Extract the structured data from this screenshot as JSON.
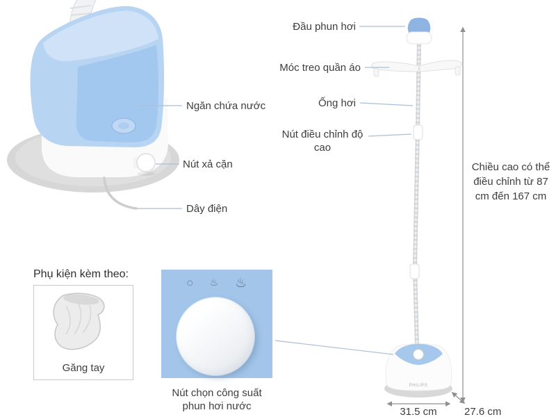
{
  "colors": {
    "tank_blue": "#b7d4f2",
    "panel_blue": "#a3c5e9",
    "connector_line": "#a9bfd6",
    "dimension_gray": "#8f8f8f",
    "label_text": "#3d3d3d"
  },
  "annotations": {
    "left": [
      {
        "label": "Ngăn chứa nước"
      },
      {
        "label": "Nút xả cặn"
      },
      {
        "label": "Dây điện"
      }
    ],
    "right": [
      {
        "label": "Đầu phun hơi"
      },
      {
        "label": "Móc treo quần áo"
      },
      {
        "label": "Ống hơi"
      },
      {
        "label": "Nút điều chỉnh độ cao"
      }
    ]
  },
  "dimensions": {
    "height_note": "Chiều cao có thể điều chỉnh từ 87 cm đến 167 cm",
    "base_width": "31.5 cm",
    "base_depth": "27.6 cm"
  },
  "accessories": {
    "heading": "Phụ kiện kèm theo:",
    "glove_label": "Găng tay"
  },
  "dial": {
    "caption": "Nút chọn công suất phun hơi nước",
    "icons": {
      "off": "○",
      "low_steam": "♨",
      "high_steam": "♨"
    }
  },
  "brand": "PHILIPS"
}
